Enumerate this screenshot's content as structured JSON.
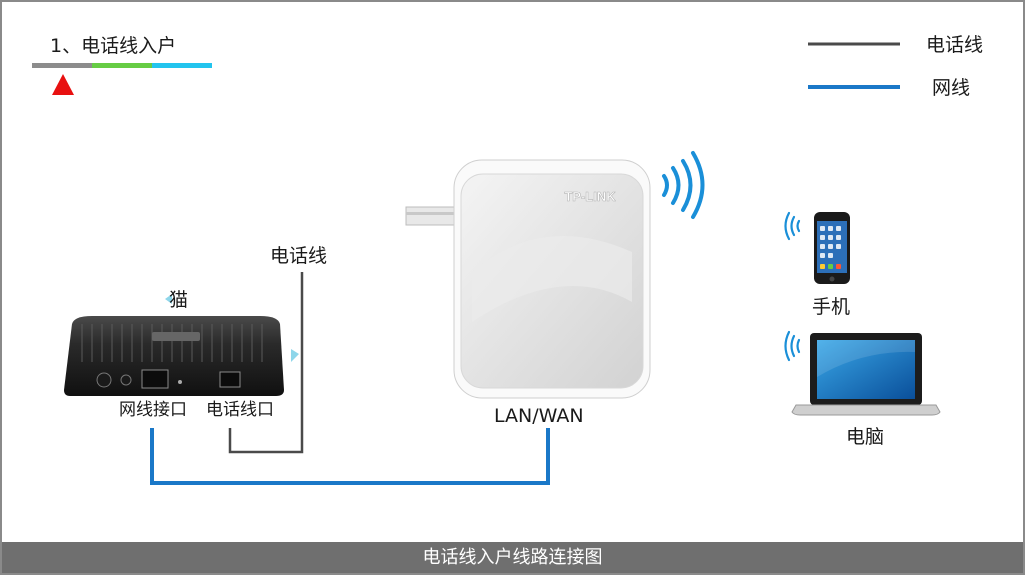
{
  "step": {
    "title": "1、电话线入户",
    "progress_colors": [
      "#8c8c8c",
      "#66cc44",
      "#22c4ee"
    ],
    "marker_color": "#e81010"
  },
  "legend": {
    "phone_line": {
      "label": "电话线",
      "color": "#4a4a4a"
    },
    "network_cable": {
      "label": "网线",
      "color": "#1a78c8"
    }
  },
  "diagram": {
    "modem_label": "猫",
    "phone_line_label": "电话线",
    "modem_ports": {
      "network_port": "网线接口",
      "phone_port": "电话线口"
    },
    "router_port": "LAN/WAN",
    "router_brand": "TP-LINK",
    "devices": {
      "phone": "手机",
      "laptop": "电脑"
    }
  },
  "footer": {
    "caption": "电话线入户线路连接图"
  }
}
